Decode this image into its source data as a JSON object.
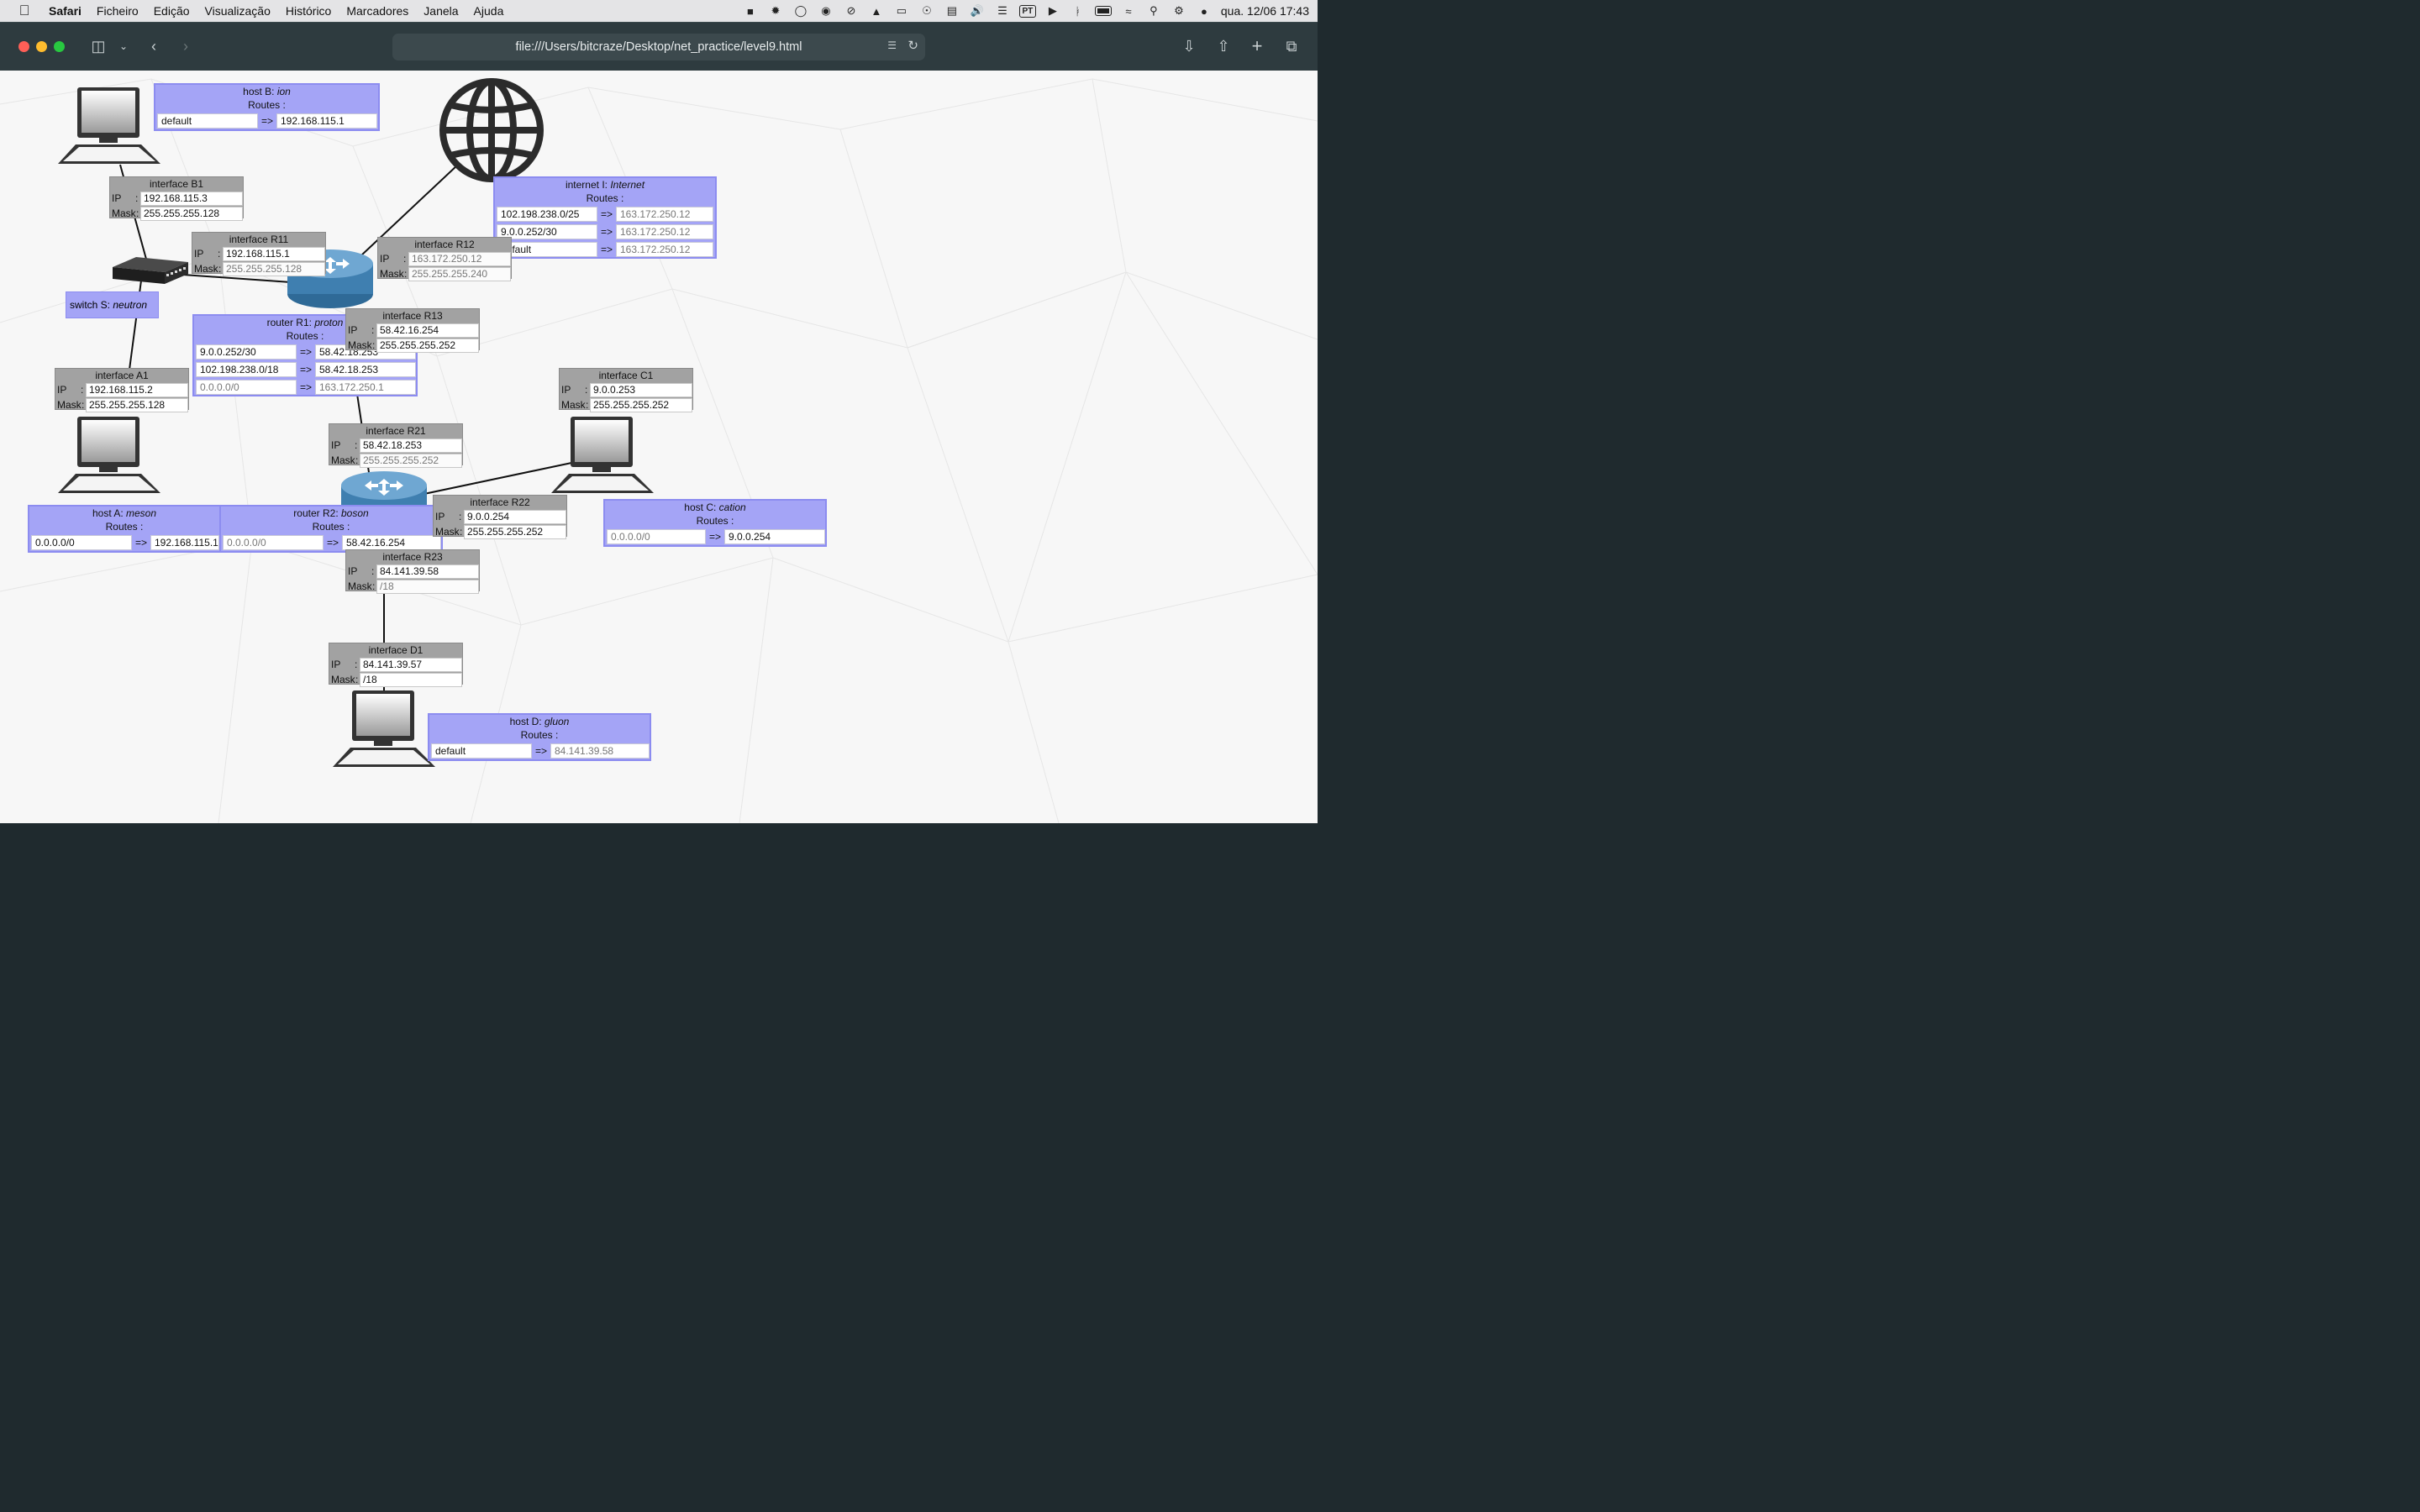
{
  "menubar": {
    "app": "Safari",
    "items": [
      "Ficheiro",
      "Edição",
      "Visualização",
      "Histórico",
      "Marcadores",
      "Janela",
      "Ajuda"
    ],
    "input_source": "PT",
    "clock": "qua. 12/06  17:43"
  },
  "browser": {
    "url": "file:///Users/bitcraze/Desktop/net_practice/level9.html"
  },
  "network": {
    "host_b": {
      "title": "host B: ",
      "name": "ion",
      "routes_label": "Routes :",
      "routes": [
        {
          "dest": "default",
          "arrow": "=>",
          "via": "192.168.115.1"
        }
      ]
    },
    "host_a": {
      "title": "host A: ",
      "name": "meson",
      "routes_label": "Routes :",
      "routes": [
        {
          "dest": "0.0.0.0/0",
          "arrow": "=>",
          "via": "192.168.115.1"
        }
      ]
    },
    "host_c": {
      "title": "host C: ",
      "name": "cation",
      "routes_label": "Routes :",
      "routes": [
        {
          "dest": "0.0.0.0/0",
          "arrow": "=>",
          "via": "9.0.0.254"
        }
      ]
    },
    "host_d": {
      "title": "host D: ",
      "name": "gluon",
      "routes_label": "Routes :",
      "routes": [
        {
          "dest": "default",
          "arrow": "=>",
          "via": "84.141.39.58"
        }
      ]
    },
    "router_r1": {
      "title": "router R1: ",
      "name": "proton",
      "routes_label": "Routes :",
      "routes": [
        {
          "dest": "9.0.0.252/30",
          "arrow": "=>",
          "via": "58.42.18.253"
        },
        {
          "dest": "102.198.238.0/18",
          "arrow": "=>",
          "via": "58.42.18.253"
        },
        {
          "dest": "0.0.0.0/0",
          "arrow": "=>",
          "via": "163.172.250.1"
        }
      ]
    },
    "router_r2": {
      "title": "router R2: ",
      "name": "boson",
      "routes_label": "Routes :",
      "routes": [
        {
          "dest": "0.0.0.0/0",
          "arrow": "=>",
          "via": "58.42.16.254"
        }
      ]
    },
    "internet": {
      "title": "internet I: ",
      "name": "Internet",
      "routes_label": "Routes :",
      "routes": [
        {
          "dest": "102.198.238.0/25",
          "arrow": "=>",
          "via": "163.172.250.12"
        },
        {
          "dest": "9.0.0.252/30",
          "arrow": "=>",
          "via": "163.172.250.12"
        },
        {
          "dest": "default",
          "arrow": "=>",
          "via": "163.172.250.12"
        }
      ]
    },
    "switch_s": {
      "title": "switch S: ",
      "name": "neutron"
    },
    "labels": {
      "ip": "IP",
      "mask": "Mask",
      "colon": ":"
    },
    "interfaces": {
      "b1": {
        "title": "interface B1",
        "ip": "192.168.115.3",
        "mask": "255.255.255.128"
      },
      "a1": {
        "title": "interface A1",
        "ip": "192.168.115.2",
        "mask": "255.255.255.128"
      },
      "r11": {
        "title": "interface R11",
        "ip": "192.168.115.1",
        "mask": "255.255.255.128"
      },
      "r12": {
        "title": "interface R12",
        "ip": "163.172.250.12",
        "mask": "255.255.255.240"
      },
      "r13": {
        "title": "interface R13",
        "ip": "58.42.16.254",
        "mask": "255.255.255.252"
      },
      "r21": {
        "title": "interface R21",
        "ip": "58.42.18.253",
        "mask": "255.255.255.252"
      },
      "r22": {
        "title": "interface R22",
        "ip": "9.0.0.254",
        "mask": "255.255.255.252"
      },
      "r23": {
        "title": "interface R23",
        "ip": "84.141.39.58",
        "mask": "/18"
      },
      "c1": {
        "title": "interface C1",
        "ip": "9.0.0.253",
        "mask": "255.255.255.252"
      },
      "d1": {
        "title": "interface D1",
        "ip": "84.141.39.57",
        "mask": "/18"
      }
    }
  },
  "colors": {
    "box_bg": "#a4a4f6",
    "iface_bg": "#a2a2a2",
    "toolbar_bg": "#2e3b3f",
    "router_blue": "#3f7fb0"
  }
}
